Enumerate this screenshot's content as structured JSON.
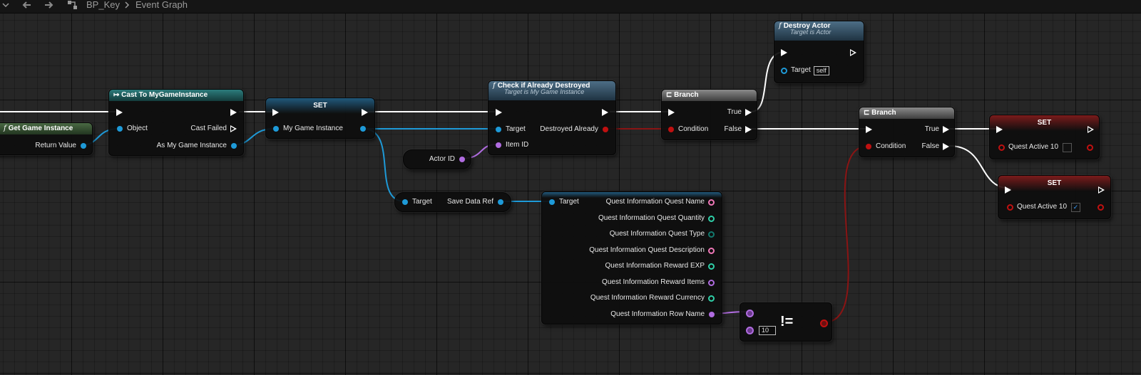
{
  "topbar": {
    "back_icon": "arrow-left-icon",
    "forward_icon": "arrow-right-icon",
    "blueprint_name": "BP_Key",
    "graph_name": "Event Graph"
  },
  "nodes": {
    "get_game_instance": {
      "title": "Get Game Instance",
      "return_value": "Return Value"
    },
    "cast": {
      "title": "Cast To MyGameInstance",
      "object": "Object",
      "cast_failed": "Cast Failed",
      "as_instance": "As My Game Instance"
    },
    "set_instance": {
      "title": "SET",
      "pin": "My Game Instance"
    },
    "actor_id": {
      "title": "Actor ID"
    },
    "save_data_getter": {
      "target": "Target",
      "save_data_ref": "Save Data Ref"
    },
    "check_destroyed": {
      "title": "Check if Already Destroyed",
      "subtitle": "Target is My Game Instance",
      "target": "Target",
      "item_id": "Item ID",
      "destroyed_already": "Destroyed Already"
    },
    "branch1": {
      "title": "Branch",
      "condition": "Condition",
      "true": "True",
      "false": "False"
    },
    "destroy_actor": {
      "title": "Destroy Actor",
      "subtitle": "Target is Actor",
      "target": "Target",
      "target_value": "self"
    },
    "break_struct": {
      "target": "Target",
      "pins": [
        "Quest Information Quest Name",
        "Quest Information Quest Quantity",
        "Quest Information Quest Type",
        "Quest Information Quest Description",
        "Quest Information Reward EXP",
        "Quest Information Reward Items",
        "Quest Information Reward Currency",
        "Quest Information Row Name"
      ]
    },
    "not_equal": {
      "operator": "!=",
      "value": "10"
    },
    "branch2": {
      "title": "Branch",
      "condition": "Condition",
      "true": "True",
      "false": "False"
    },
    "set_quest_false": {
      "title": "SET",
      "pin": "Quest Active 10",
      "checked": false
    },
    "set_quest_true": {
      "title": "SET",
      "pin": "Quest Active 10",
      "checked": true,
      "check_mark": "✓"
    }
  },
  "colors": {
    "exec": "#ffffff",
    "object": "#1e9ad8",
    "name": "#b06ce0",
    "bool": "#c01010",
    "string": "#f078b8",
    "int": "#2fd0a8"
  }
}
